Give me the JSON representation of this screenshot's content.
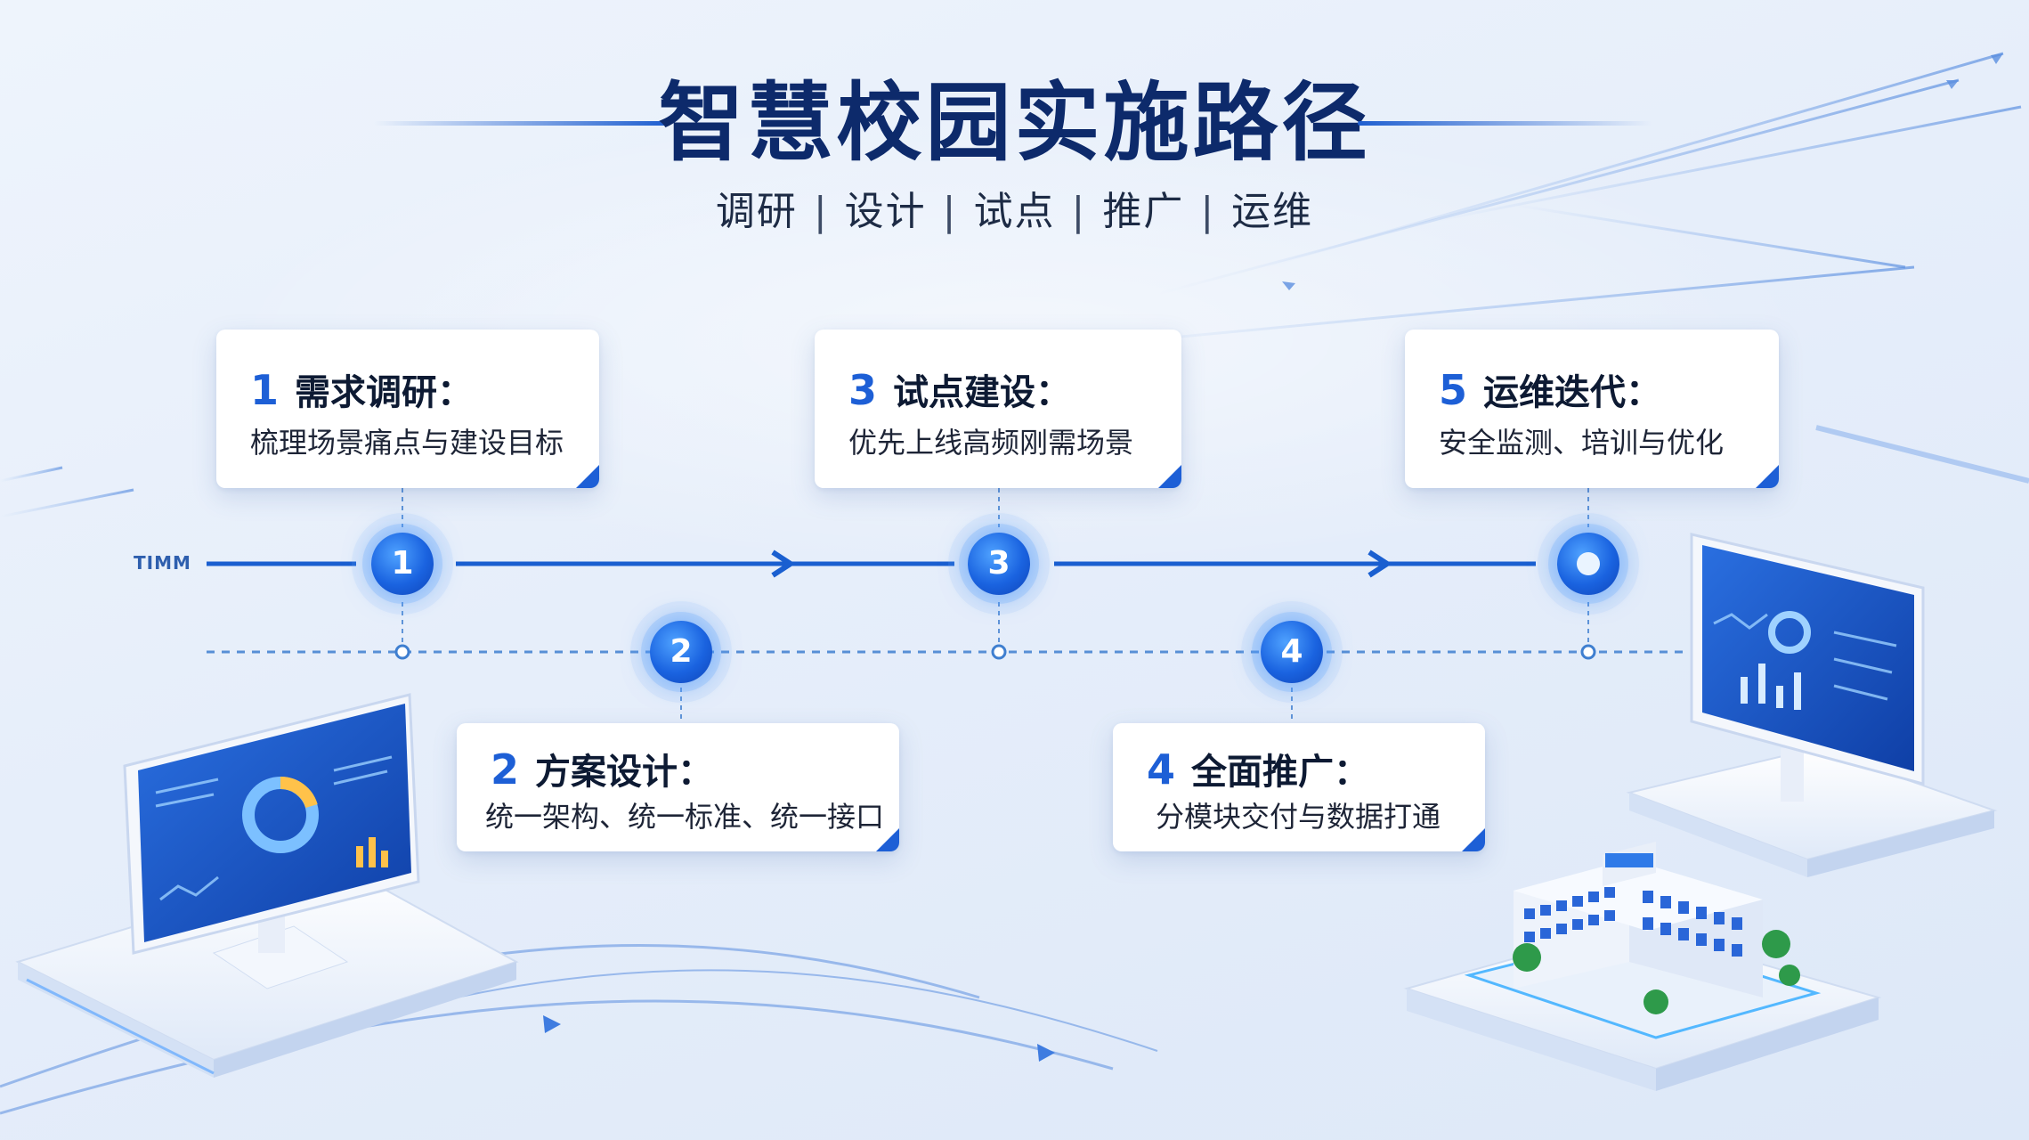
{
  "title": "智慧校园实施路径",
  "subtitle": {
    "phases": [
      "调研",
      "设计",
      "试点",
      "推广",
      "运维"
    ],
    "separator": "|"
  },
  "axis_label": "TIMM",
  "steps": [
    {
      "num": "1",
      "title": "需求调研：",
      "desc": "梳理场景痛点与建设目标",
      "node": "1"
    },
    {
      "num": "2",
      "title": "方案设计：",
      "desc": "统一架构、统一标准、统一接口",
      "node": "2"
    },
    {
      "num": "3",
      "title": "试点建设：",
      "desc": "优先上线高频刚需场景",
      "node": "3"
    },
    {
      "num": "4",
      "title": "全面推广：",
      "desc": "分模块交付与数据打通",
      "node": "4"
    },
    {
      "num": "5",
      "title": "运维迭代：",
      "desc": "安全监测、培训与优化",
      "node": ""
    }
  ],
  "colors": {
    "accent": "#1d5fd6",
    "title": "#0d2a6b",
    "background": "#e6eefa"
  },
  "illustrations": [
    "dashboard-monitor-left",
    "dashboard-monitor-right",
    "campus-building-model"
  ]
}
